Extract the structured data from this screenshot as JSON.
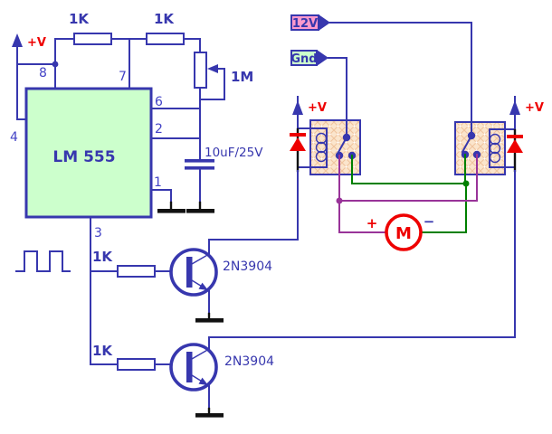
{
  "diagram_type": "circuit-schematic",
  "colors": {
    "wire_navy": "#3737ae",
    "pin_blue": "#4343c6",
    "ic_fill": "#ccffcc",
    "relay_fill": "#fbe5cc",
    "relay_hatch": "#f0c49e",
    "conn_12v_fill": "#ff99cc",
    "conn_gnd_fill": "#ccffcc",
    "red": "#ee0000",
    "green_wire": "#008000",
    "purple_wire": "#993399",
    "black": "#111111"
  },
  "ic": {
    "label": "LM 555",
    "pins": {
      "p8": "8",
      "p7": "7",
      "p6": "6",
      "p2": "2",
      "p4": "4",
      "p1": "1",
      "p3": "3"
    }
  },
  "components": {
    "r_top_left": "1K",
    "r_top_right": "1K",
    "potentiometer": "1M",
    "capacitor": "10uF/25V",
    "r_base_q1": "1K",
    "r_base_q2": "1K",
    "q1": "2N3904",
    "q2": "2N3904",
    "motor": "M",
    "motor_plus": "+",
    "motor_minus": "−"
  },
  "power": {
    "vplus_main": "+V",
    "vplus_relay_left": "+V",
    "vplus_relay_right": "+V",
    "conn_12v": "12V",
    "conn_gnd": "Gnd"
  }
}
